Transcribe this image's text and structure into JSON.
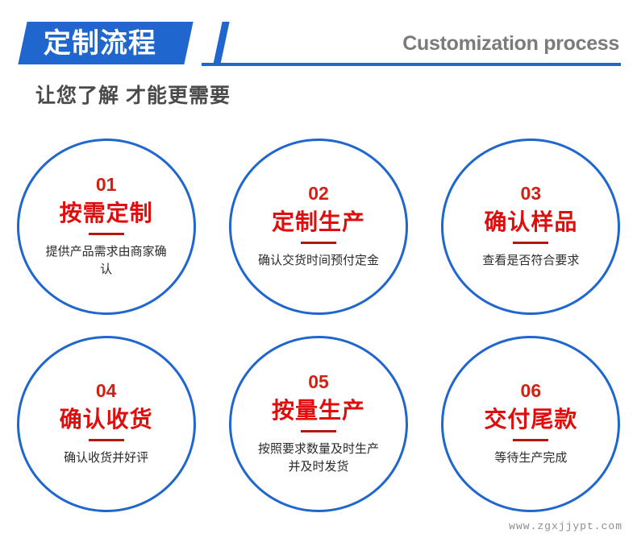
{
  "header": {
    "banner_title": "定制流程",
    "english_title": "Customization process",
    "subtitle": "让您了解  才能更需要",
    "banner_color": "#1f66cf",
    "english_color": "#7b7b7b",
    "subtitle_color": "#4a4a4a"
  },
  "theme": {
    "blue": "#1f66cf",
    "red_number": "#d41f13",
    "red_title": "#e00d0d",
    "divider_red": "#b01810",
    "body_text": "#2b2b2b",
    "background": "#ffffff"
  },
  "steps": [
    {
      "number": "01",
      "title": "按需定制",
      "desc": "提供产品需求由商家确认"
    },
    {
      "number": "02",
      "title": "定制生产",
      "desc": "确认交货时间预付定金"
    },
    {
      "number": "03",
      "title": "确认样品",
      "desc": "查看是否符合要求"
    },
    {
      "number": "04",
      "title": "确认收货",
      "desc": "确认收货并好评"
    },
    {
      "number": "05",
      "title": "按量生产",
      "desc": "按照要求数量及时生产并及时发货"
    },
    {
      "number": "06",
      "title": "交付尾款",
      "desc": "等待生产完成"
    }
  ],
  "footer": {
    "watermark": "www.zgxjjypt.com"
  }
}
